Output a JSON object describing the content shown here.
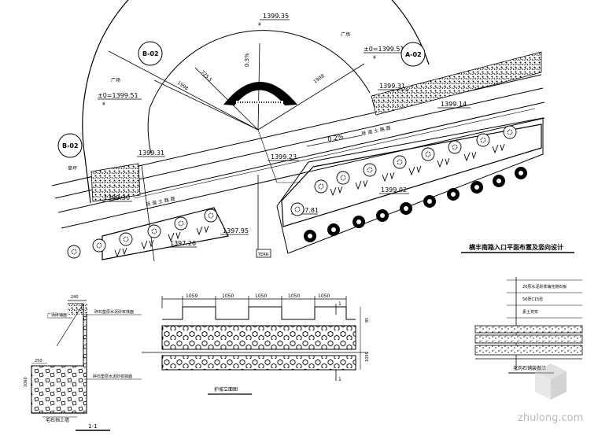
{
  "elevations": {
    "top": "1399.35",
    "left_pm0": "±0=1399.51",
    "right_pm0": "±0=1399.51",
    "right_upper": "1399.31",
    "right_mid": "1399.14",
    "left_mid": "1399.31",
    "left_lower": "1399.30",
    "center_road": "1399.23",
    "right_bed": "1399.02",
    "lower_right": "1397.95",
    "lower_left": "1397.26",
    "lower_right2": "1397.81"
  },
  "slopes": {
    "arc": "0.3%",
    "road": "0.2%"
  },
  "markers": {
    "b_upper": "B-02",
    "b_lower": "B-02",
    "a_upper": "A-02"
  },
  "dims": {
    "d1": "1059",
    "d2": "1050",
    "d3": "1050",
    "d4": "1050",
    "d5": "1050",
    "left_h": "1060"
  },
  "section_label": "1-1",
  "section_marker": "1",
  "watermark": "zhulong.com"
}
